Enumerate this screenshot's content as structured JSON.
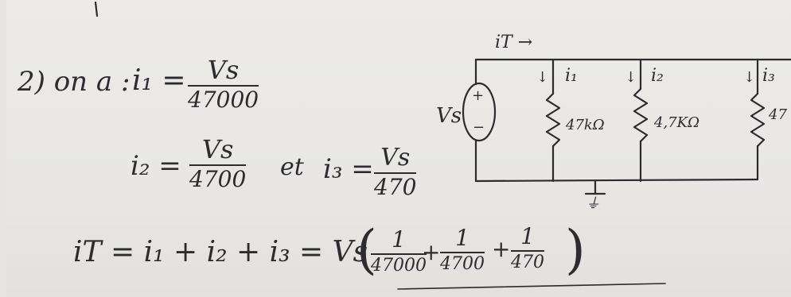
{
  "notes": {
    "label_question": "2) on a :",
    "i1": {
      "lhs": "i₁ =",
      "num": "Vs",
      "den": "47000"
    },
    "i2": {
      "lhs": "i₂ =",
      "num": "Vs",
      "den": "4700"
    },
    "connector": "et",
    "i3": {
      "lhs": "i₃ =",
      "num": "Vs",
      "den": "470"
    },
    "iT": {
      "lhs": "iT = i₁ + i₂ + i₃ = Vs",
      "open_paren": "(",
      "close_paren": ")",
      "plus": "+",
      "terms": [
        {
          "num": "1",
          "den": "47000"
        },
        {
          "num": "1",
          "den": "4700"
        },
        {
          "num": "1",
          "den": "470"
        }
      ]
    }
  },
  "circuit": {
    "source_label": "Vs",
    "source_plus": "+",
    "source_minus": "−",
    "total_current": "iT →",
    "branch_current_arrow": "↓",
    "branches": [
      {
        "current": "i₁",
        "resistor": "47kΩ"
      },
      {
        "current": "i₂",
        "resistor": "4,7KΩ"
      },
      {
        "current": "i₃",
        "resistor": "47"
      }
    ],
    "ground": "⏚"
  }
}
